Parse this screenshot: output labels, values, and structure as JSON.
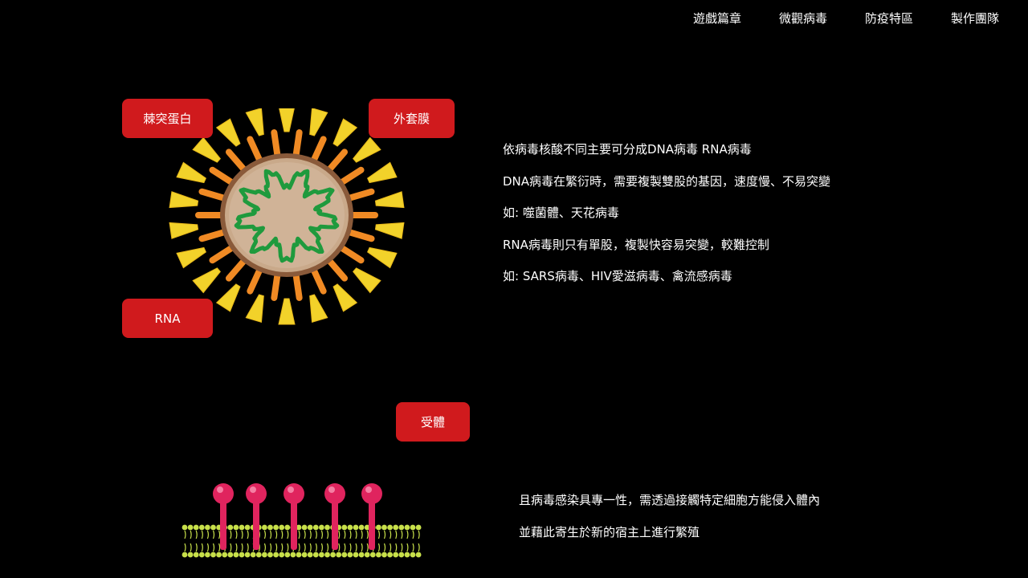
{
  "nav": {
    "items": [
      {
        "label": "遊戲篇章"
      },
      {
        "label": "微觀病毒"
      },
      {
        "label": "防疫特區"
      },
      {
        "label": "製作團隊"
      }
    ]
  },
  "virus_labels": {
    "spike_protein": "棘突蛋白",
    "envelope": "外套膜",
    "rna": "RNA",
    "receptor": "受體"
  },
  "info_top": {
    "lines": [
      "依病毒核酸不同主要可分成DNA病毒 RNA病毒",
      "DNA病毒在繁衍時，需要複製雙股的基因，速度慢、不易突變",
      "如: 噬菌體、天花病毒",
      "RNA病毒則只有單股，複製快容易突變，較難控制",
      "如: SARS病毒、HIV愛滋病毒、禽流感病毒"
    ]
  },
  "info_bottom": {
    "lines": [
      "且病毒感染具專一性，需透過接觸特定細胞方能侵入體內",
      "並藉此寄生於新的宿主上進行繁殖"
    ]
  },
  "colors": {
    "background": "#000000",
    "label_red": "#d01a1d",
    "spike_yellow": "#f2d22a",
    "spike_orange": "#f08a24",
    "capsule_brown": "#c9a98a",
    "rna_green": "#1f9a3d",
    "receptor_pink": "#e0245e",
    "membrane_yellow": "#c8e04a"
  }
}
